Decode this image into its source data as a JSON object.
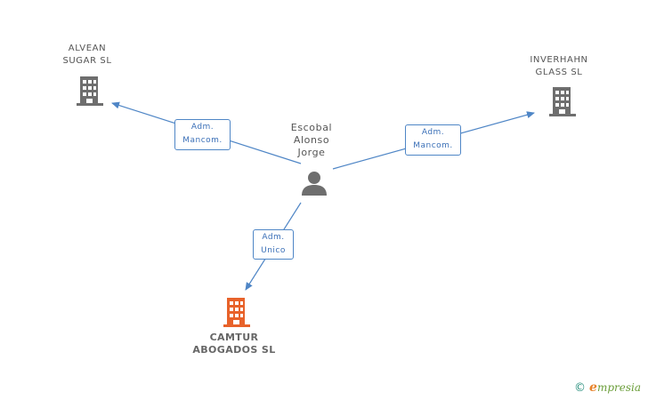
{
  "person": {
    "name": "Escobal\nAlonso\nJorge"
  },
  "companies": {
    "alvean": {
      "name": "ALVEAN\nSUGAR SL"
    },
    "inverhahn": {
      "name": "INVERHAHN\nGLASS SL"
    },
    "camtur": {
      "name": "CAMTUR\nABOGADOS SL"
    }
  },
  "roles": {
    "alvean": "Adm.\nMancom.",
    "inverhahn": "Adm.\nMancom.",
    "camtur": "Adm.\nUnico"
  },
  "footer": {
    "copyright_symbol": "©",
    "brand_initial": "e",
    "brand_rest": "mpresia"
  },
  "colors": {
    "edge": "#4f86c6",
    "company_icon": "#6e6e6e",
    "main_company_icon": "#e8622a",
    "person_icon": "#6e6e6e"
  }
}
